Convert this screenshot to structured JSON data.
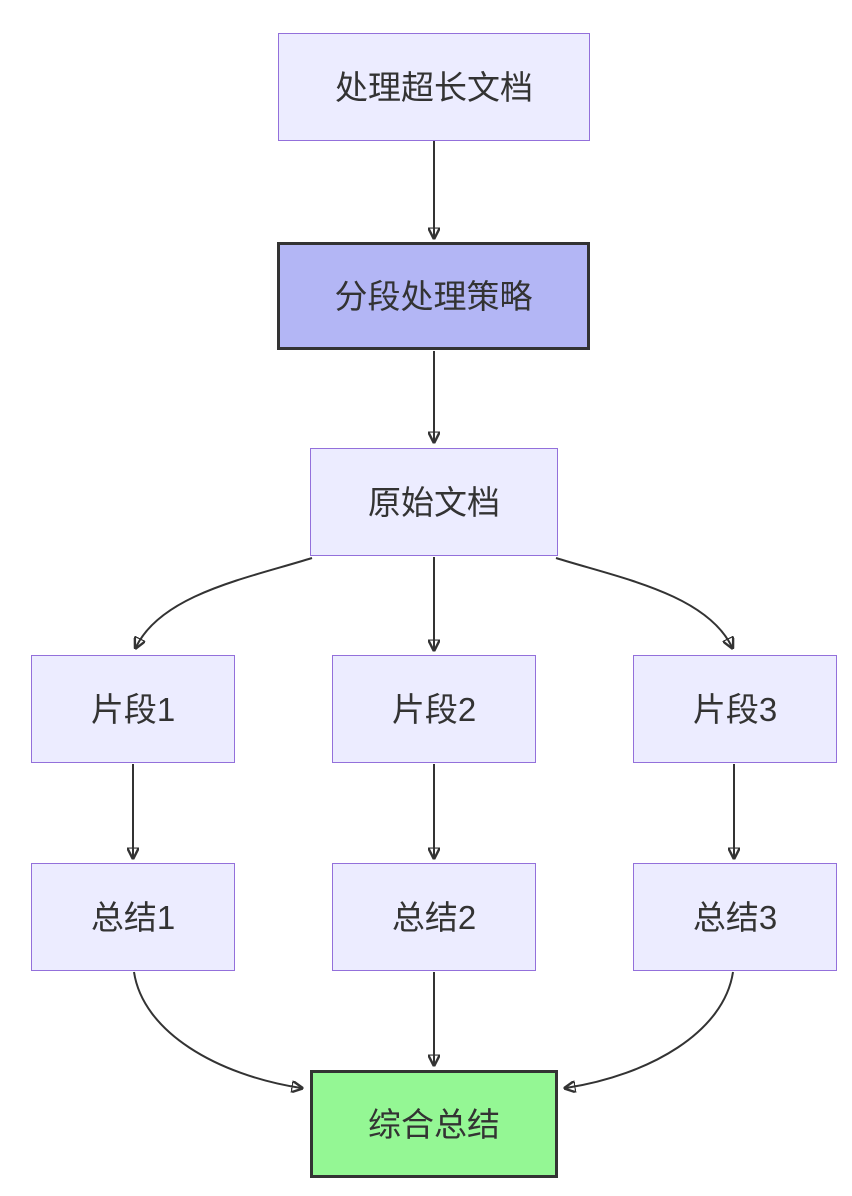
{
  "diagram": {
    "type": "flowchart",
    "direction": "top-down",
    "nodes": [
      {
        "id": "A",
        "label": "处理超长文档",
        "style": "default"
      },
      {
        "id": "B",
        "label": "分段处理策略",
        "style": "highlight"
      },
      {
        "id": "C",
        "label": "原始文档",
        "style": "default"
      },
      {
        "id": "D1",
        "label": "片段1",
        "style": "default"
      },
      {
        "id": "D2",
        "label": "片段2",
        "style": "default"
      },
      {
        "id": "D3",
        "label": "片段3",
        "style": "default"
      },
      {
        "id": "E1",
        "label": "总结1",
        "style": "default"
      },
      {
        "id": "E2",
        "label": "总结2",
        "style": "default"
      },
      {
        "id": "E3",
        "label": "总结3",
        "style": "default"
      },
      {
        "id": "F",
        "label": "综合总结",
        "style": "success"
      }
    ],
    "edges": [
      {
        "from": "处理超长文档",
        "to": "分段处理策略"
      },
      {
        "from": "分段处理策略",
        "to": "原始文档"
      },
      {
        "from": "原始文档",
        "to": "片段1"
      },
      {
        "from": "原始文档",
        "to": "片段2"
      },
      {
        "from": "原始文档",
        "to": "片段3"
      },
      {
        "from": "片段1",
        "to": "总结1"
      },
      {
        "from": "片段2",
        "to": "总结2"
      },
      {
        "from": "片段3",
        "to": "总结3"
      },
      {
        "from": "总结1",
        "to": "综合总结"
      },
      {
        "from": "总结2",
        "to": "综合总结"
      },
      {
        "from": "总结3",
        "to": "综合总结"
      }
    ],
    "colors": {
      "bg": "#ffffff",
      "node_fill": "#ECECFF",
      "node_border": "#9370DB",
      "highlight_fill": "#B3B6F5",
      "highlight_border": "#333333",
      "success_fill": "#94F794",
      "success_border": "#333333",
      "edge": "#333333",
      "text": "#333333"
    }
  }
}
